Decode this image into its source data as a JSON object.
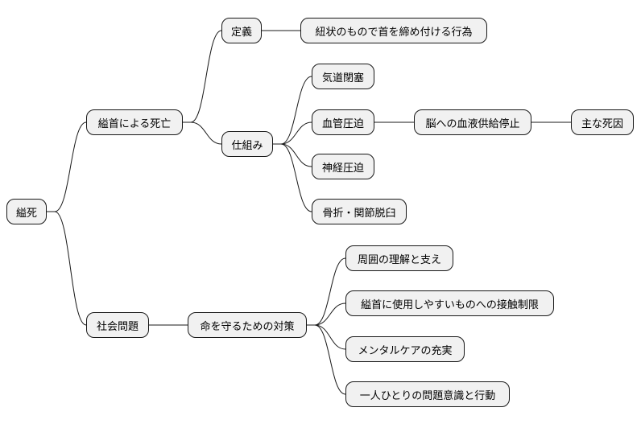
{
  "colors": {
    "node_fill": "#f1f1f1",
    "node_border": "#181818",
    "edge": "#181818",
    "background": "#ffffff"
  },
  "mindmap": {
    "root": {
      "label": "縊死"
    },
    "death_mechanism": {
      "label": "縊首による死亡",
      "definition": {
        "label": "定義",
        "detail": "紐状のもので首を締め付ける行為"
      },
      "mechanism": {
        "label": "仕組み",
        "airway": "気道閉塞",
        "vascular": {
          "label": "血管圧迫",
          "brain": "脳への血液供給停止",
          "cause": "主な死因"
        },
        "nerve": "神経圧迫",
        "fracture": "骨折・関節脱臼"
      }
    },
    "social_issue": {
      "label": "社会問題",
      "measures": {
        "label": "命を守るための対策",
        "items": [
          "周囲の理解と支え",
          "縊首に使用しやすいものへの接触制限",
          "メンタルケアの充実",
          "一人ひとりの問題意識と行動"
        ]
      }
    }
  }
}
